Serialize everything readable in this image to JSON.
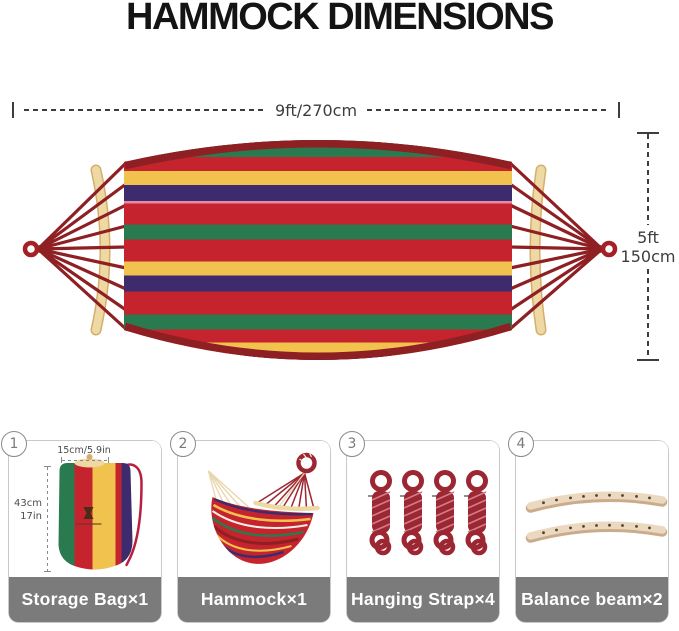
{
  "title": "HAMMOCK DIMENSIONS",
  "hammock": {
    "width_label": "9ft/270cm",
    "height_label": [
      "5ft",
      "150cm"
    ]
  },
  "panels": [
    {
      "number": "1",
      "label": "Storage Bag×1",
      "annotations": {
        "width": "15cm/5.9in",
        "height_cm": "43cm",
        "height_in": "17in"
      }
    },
    {
      "number": "2",
      "label": "Hammock×1"
    },
    {
      "number": "3",
      "label": "Hanging Strap×4"
    },
    {
      "number": "4",
      "label": "Balance beam×2"
    }
  ],
  "colors": {
    "ink": "#141414",
    "dim": "#3d3d3d",
    "stripe-green": "#2a7a50",
    "stripe-red": "#c5242e",
    "stripe-yellow": "#f2c24e",
    "stripe-purple": "#3e2b6d",
    "stripe-pink": "#e88aa4",
    "rope-maroon": "#8e1f23",
    "ring-red": "#a32025",
    "wood": "#eed9a4",
    "wood-edge": "#d5ae6b",
    "panel-border": "#c9c9c9",
    "label-bar": "#7b7b7b",
    "badge-gray": "#8a8a8a",
    "beam-wood": "#ead9c0",
    "beam-shadow": "#cbac8a",
    "strap-red": "#9c2733",
    "strap-light": "#d07e89",
    "bag-string": "#b71f3e"
  }
}
